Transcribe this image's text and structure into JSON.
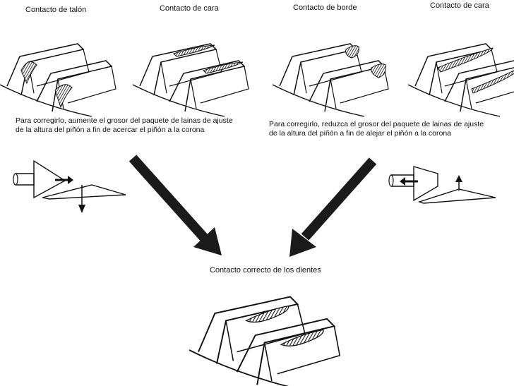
{
  "labels": {
    "heel_contact": "Contacto de talón",
    "face_contact_1": "Contacto de cara",
    "edge_contact": "Contacto de borde",
    "face_contact_2": "Contacto de cara",
    "correct_contact": "Contacto correcto de los dientes"
  },
  "instructions": {
    "left_line1": "Para corregirlo, aumente el grosor del paquete de lainas de ajuste",
    "left_line2": "de la altura del piñón a fin de acercar el piñón a la corona",
    "right_line1": "Para corregirlo, reduzca el grosor del paquete de lainas de ajuste",
    "right_line2": "de la altura del piñón a fin de alejar el piñón a la corona"
  },
  "colors": {
    "ink": "#111111",
    "arrow": "#1a1a1a",
    "background": "#ffffff"
  },
  "icons": {
    "left_adjust": "pinion-move-toward-gear-icon",
    "right_adjust": "pinion-move-away-gear-icon",
    "left_big_arrow": "diagonal-arrow-down-right-icon",
    "right_big_arrow": "diagonal-arrow-down-left-icon"
  }
}
